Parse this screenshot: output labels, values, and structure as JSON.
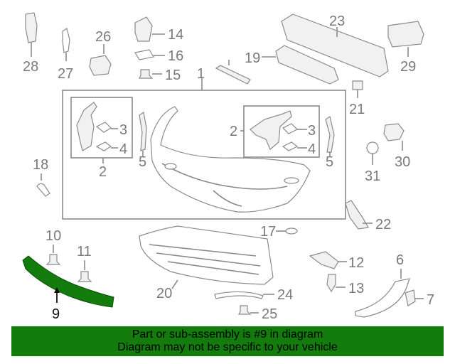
{
  "callouts": {
    "c1": "1",
    "c2a": "2",
    "c2b": "2",
    "c3a": "3",
    "c3b": "3",
    "c4a": "4",
    "c4b": "4",
    "c5a": "5",
    "c5b": "5",
    "c6": "6",
    "c7": "7",
    "c9": "9",
    "c10": "10",
    "c11": "11",
    "c12": "12",
    "c13": "13",
    "c14": "14",
    "c15": "15",
    "c16": "16",
    "c17": "17",
    "c18": "18",
    "c19": "19",
    "c20": "20",
    "c21": "21",
    "c22": "22",
    "c23": "23",
    "c24": "24",
    "c25": "25",
    "c26": "26",
    "c27": "27",
    "c28": "28",
    "c29": "29",
    "c30": "30",
    "c31": "31"
  },
  "banner": {
    "line1": "Part or sub-assembly is #9 in diagram",
    "line2": "Diagram may not be specific to your vehicle"
  },
  "colors": {
    "highlight_part": "#137c0c",
    "banner_bg": "#137c0c",
    "callout_text": "#7a7a7a",
    "line_art": "#8a8a8a"
  }
}
